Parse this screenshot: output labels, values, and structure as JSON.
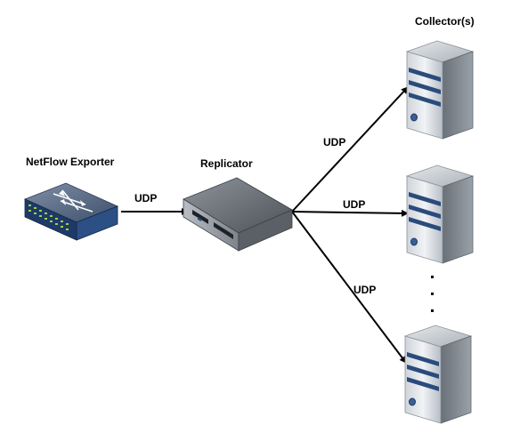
{
  "labels": {
    "exporter": "NetFlow Exporter",
    "replicator": "Replicator",
    "collectors": "Collector(s)",
    "udp_exporter_to_replicator": "UDP",
    "udp_to_top_collector": "UDP",
    "udp_to_middle_collector": "UDP",
    "udp_to_bottom_collector": "UDP"
  },
  "icons": {
    "exporter": "network-switch-icon",
    "replicator": "rack-server-icon",
    "collector": "tower-server-icon"
  },
  "colors": {
    "switch_blue": "#1e3a66",
    "server_band": "#2a4b7c",
    "arrow": "#000000"
  }
}
